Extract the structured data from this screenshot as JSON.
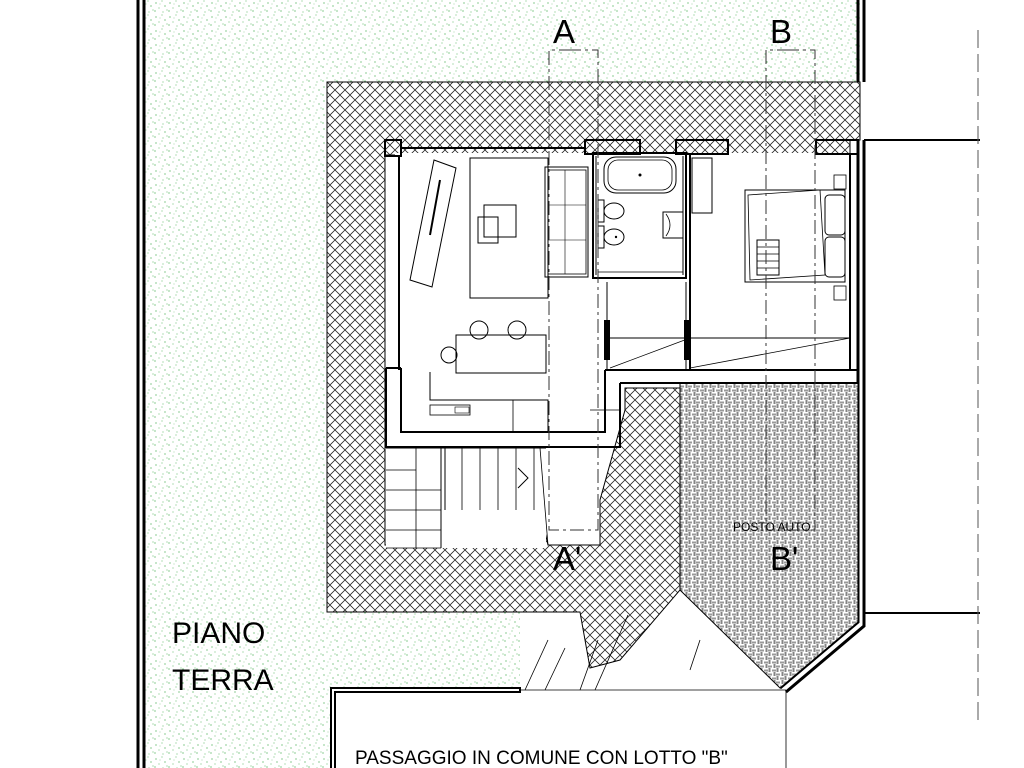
{
  "section_markers": {
    "a": "A",
    "b": "B",
    "a_prime": "A'",
    "b_prime": "B'"
  },
  "floor_title": {
    "line1": "PIANO",
    "line2": "TERRA"
  },
  "parking_label": "POSTO AUTO",
  "passage_label": "PASSAGGIO IN COMUNE CON LOTTO \"B\"",
  "colors": {
    "lines": "#000000",
    "grass_dots": "#3aa845",
    "background": "#ffffff"
  },
  "icons": [
    "bathtub-icon",
    "toilet-icon",
    "bidet-icon",
    "sofa-icon",
    "bed-icon",
    "dining-table-icon",
    "stairs-icon"
  ]
}
